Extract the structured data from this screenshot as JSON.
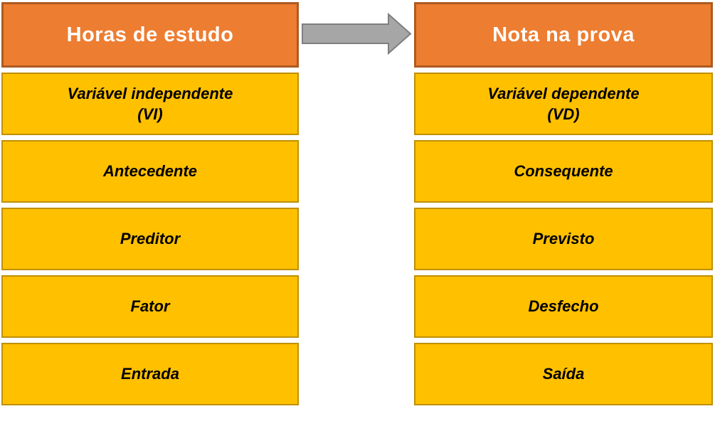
{
  "columns": [
    {
      "header": "Horas de estudo",
      "items": [
        {
          "label": "Variável independente\n(VI)"
        },
        {
          "label": "Antecedente"
        },
        {
          "label": "Preditor"
        },
        {
          "label": "Fator"
        },
        {
          "label": "Entrada"
        }
      ]
    },
    {
      "header": "Nota na prova",
      "items": [
        {
          "label": "Variável dependente\n(VD)"
        },
        {
          "label": "Consequente"
        },
        {
          "label": "Previsto"
        },
        {
          "label": "Desfecho"
        },
        {
          "label": "Saída"
        }
      ]
    }
  ],
  "arrow": {
    "icon": "right-arrow-icon",
    "direction": "right"
  },
  "colors": {
    "header_fill": "#ED7D31",
    "header_border": "#AE5A21",
    "header_text": "#FFFFFF",
    "box_fill": "#FFC000",
    "box_border": "#BF9000",
    "box_text": "#000000",
    "arrow_fill": "#A6A6A6",
    "arrow_border": "#7F7F7F",
    "background": "#FFFFFF"
  }
}
